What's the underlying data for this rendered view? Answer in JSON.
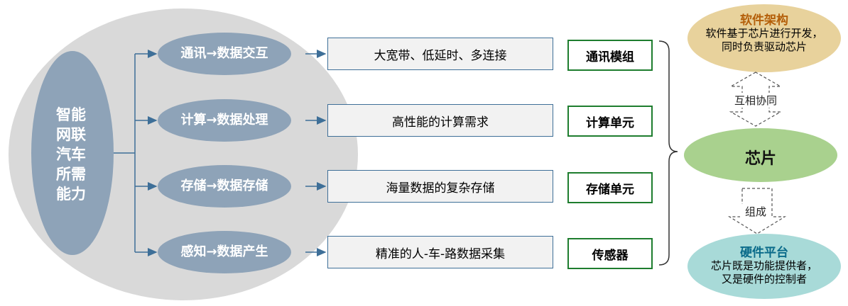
{
  "main": {
    "label": "智能网联汽车所需能力",
    "label_lines": [
      "智能",
      "网联",
      "汽车",
      "所需",
      "能力"
    ]
  },
  "rows": [
    {
      "capability": "通讯→数据交互",
      "requirement": "大宽带、低延时、多连接",
      "component": "通讯模组"
    },
    {
      "capability": "计算→数据处理",
      "requirement": "高性能的计算需求",
      "component": "计算单元"
    },
    {
      "capability": "存储→数据存储",
      "requirement": "海量数据的复杂存储",
      "component": "存储单元"
    },
    {
      "capability": "感知→数据产生",
      "requirement": "精准的人-车-路数据采集",
      "component": "传感器"
    }
  ],
  "right": {
    "software": {
      "title": "软件架构",
      "lines": [
        "软件基于芯片进行开发，",
        "同时负责驱动芯片"
      ]
    },
    "relation_top": "互相协同",
    "chip": "芯片",
    "relation_bottom": "组成",
    "hardware": {
      "title": "硬件平台",
      "lines": [
        "芯片既是功能提供者，",
        "又是硬件的控制者"
      ]
    }
  },
  "colors": {
    "big_ellipse": "#d9d9d9",
    "blue_ellipse": "#8ea3b8",
    "desc_border": "#3e6f98",
    "component_border": "#1e7d2e",
    "software_fill": "#e8d29c",
    "chip_fill": "#a9d18e",
    "hardware_fill": "#a8dad8"
  }
}
